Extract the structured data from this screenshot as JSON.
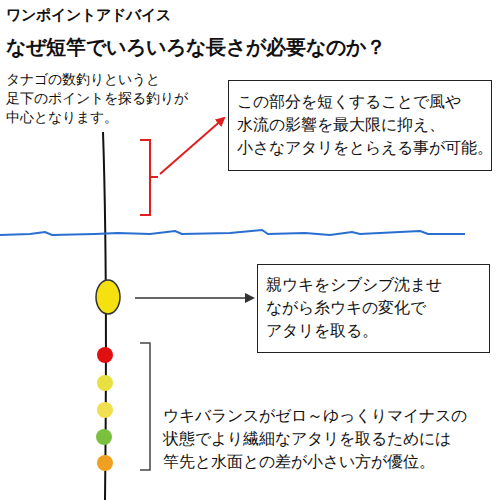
{
  "diagram": {
    "title": "ワンポイントアドバイス",
    "nodes": [
      {
        "text": [
          "この部分を短くすることで風や 水流の影響を最大限に抑え、 小さなアタリをとらえる事が可能。"
        ]
      },
      {
        "text": [
          "親ウキをシブシブ沈ませ ながら糸ウキの変化で アタリを取る。"
        ]
      }
    ],
    "labels": [
      "なぜ短竿でいろいろな長さが必要なのか？",
      "タナゴの数釣りというと 足下のポイントを探る釣りが 中心となります。",
      "ウキバランスがゼロ～ゆっくりマイナスの 状態でより繊細なアタリを取るためには 竿先と水面との差が小さい方が優位。"
    ]
  }
}
